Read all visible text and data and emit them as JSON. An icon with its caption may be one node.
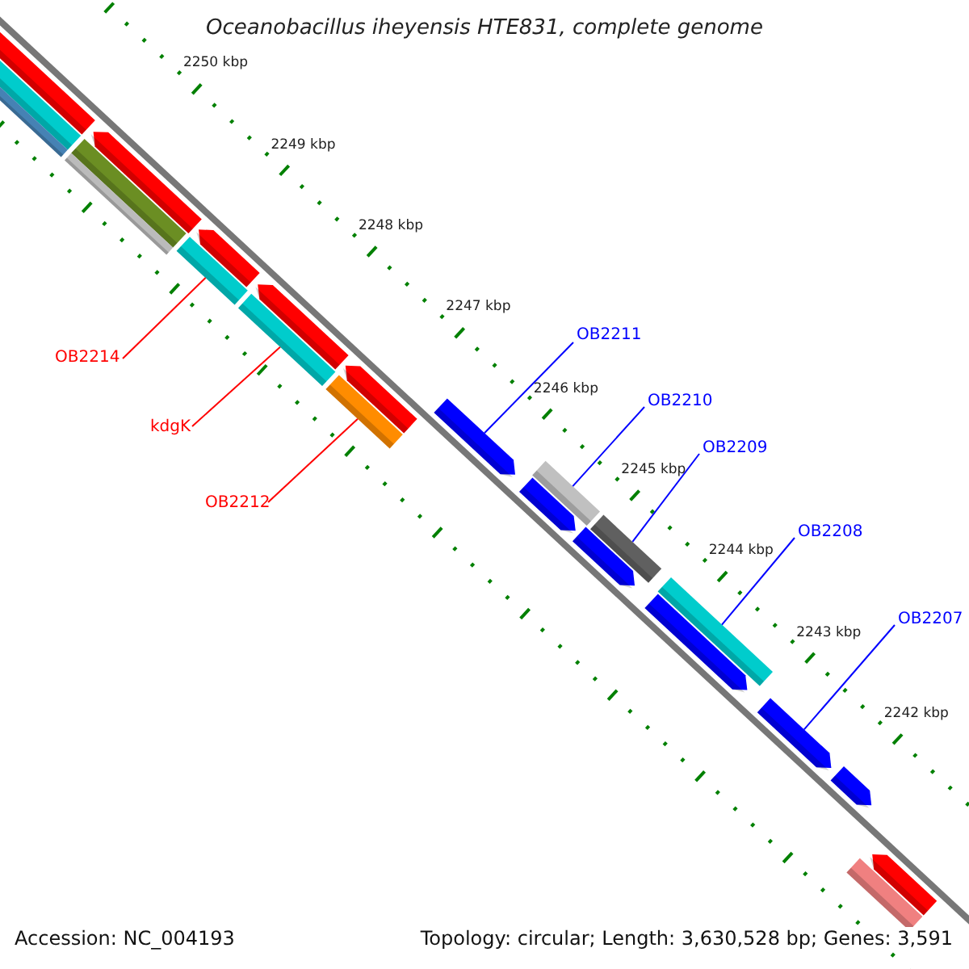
{
  "diagram": {
    "title": "Oceanobacillus iheyensis HTE831, complete genome",
    "nodes": [
      {
        "text": [
          "OB2214"
        ]
      },
      {
        "text": [
          "kdgK"
        ]
      },
      {
        "text": [
          "OB2212"
        ]
      },
      {
        "text": [
          "OB2211"
        ]
      },
      {
        "text": [
          "OB2210"
        ]
      },
      {
        "text": [
          "OB2209"
        ]
      },
      {
        "text": [
          "OB2208"
        ]
      },
      {
        "text": [
          "OB2207"
        ]
      },
      {
        "text": [],
        "shape": "arrow"
      },
      {
        "text": [],
        "shape": "bar"
      },
      {
        "text": [],
        "shape": "bar"
      },
      {
        "text": [],
        "shape": "arrow"
      },
      {
        "text": [],
        "shape": "bar"
      },
      {
        "text": [],
        "shape": "bar"
      },
      {
        "text": [],
        "shape": "arrow"
      },
      {
        "text": [],
        "shape": "bar"
      },
      {
        "text": [],
        "shape": "arrow"
      },
      {
        "text": [],
        "shape": "bar"
      },
      {
        "text": [],
        "shape": "arrow"
      },
      {
        "text": [],
        "shape": "bar"
      },
      {
        "text": [],
        "shape": "arrow"
      },
      {
        "text": [],
        "shape": "arrow"
      },
      {
        "text": [],
        "shape": "bar"
      },
      {
        "text": [],
        "shape": "arrow"
      },
      {
        "text": [],
        "shape": "bar"
      },
      {
        "text": [],
        "shape": "arrow"
      },
      {
        "text": [],
        "shape": "bar"
      },
      {
        "text": [],
        "shape": "arrow"
      },
      {
        "text": [],
        "shape": "arrow"
      },
      {
        "text": [],
        "shape": "arrow"
      },
      {
        "text": [],
        "shape": "bar"
      }
    ],
    "edges": [
      {
        "from": 0,
        "to": 15,
        "arrow": "none",
        "color": "#ff0000"
      },
      {
        "from": 1,
        "to": 17,
        "arrow": "none",
        "color": "#ff0000"
      },
      {
        "from": 2,
        "to": 19,
        "arrow": "none",
        "color": "#ff0000"
      },
      {
        "from": 3,
        "to": 20,
        "arrow": "none"
      },
      {
        "from": 4,
        "to": 22,
        "arrow": "none"
      },
      {
        "from": 5,
        "to": 24,
        "arrow": "none"
      },
      {
        "from": 6,
        "to": 26,
        "arrow": "none"
      },
      {
        "from": 7,
        "to": 27,
        "arrow": "none"
      }
    ],
    "labels": [
      "2250 kbp",
      "2249 kbp",
      "2248 kbp",
      "2247 kbp",
      "2246 kbp",
      "2245 kbp",
      "2244 kbp",
      "2243 kbp",
      "2242 kbp",
      "Accession: NC_004193",
      "Topology: circular; Length: 3,630,528 bp; Genes: 3,591"
    ]
  }
}
